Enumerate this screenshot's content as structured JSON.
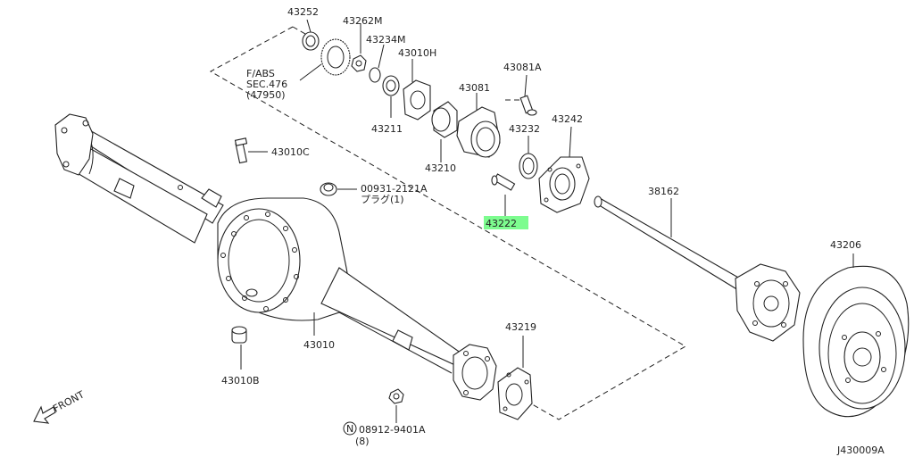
{
  "diagram": {
    "parts": {
      "p43252": "43252",
      "p43262M": "43262M",
      "p43234M": "43234M",
      "p43010H": "43010H",
      "p43081A": "43081A",
      "p43081": "43081",
      "p43242": "43242",
      "p43232": "43232",
      "p43211": "43211",
      "p43210": "43210",
      "p43010C": "43010C",
      "p00931": "00931-2121A",
      "p_plug": "プラグ(1)",
      "p43222": "43222",
      "p38162": "38162",
      "p43206": "43206",
      "p43010": "43010",
      "p43010B": "43010B",
      "p43219": "43219",
      "p08912": "08912-9401A",
      "p08912_qty": "(8)",
      "n_mark": "N",
      "abs_1": "F/ABS",
      "abs_2": "SEC.476",
      "abs_3": "(47950)",
      "front": "FRONT",
      "code": "J430009A"
    },
    "highlight_color": "#7dfc8f"
  }
}
